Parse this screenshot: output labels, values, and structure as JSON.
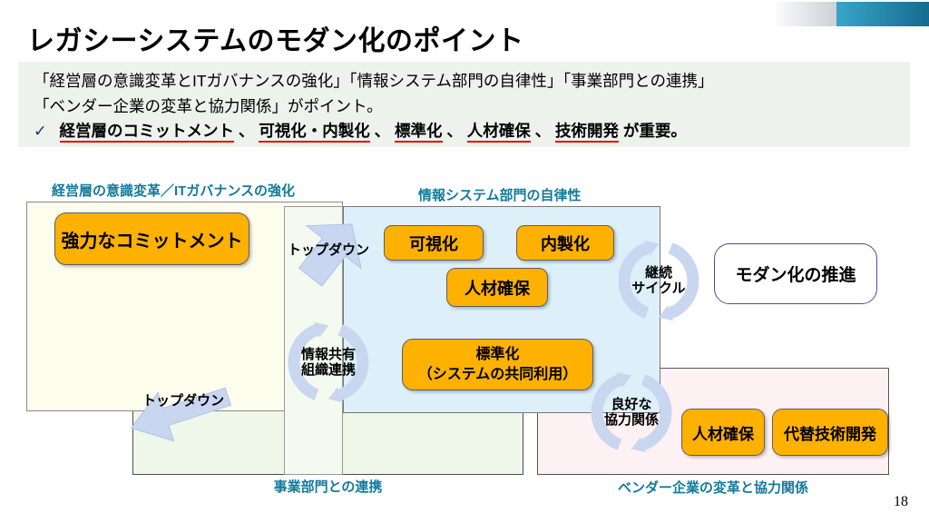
{
  "page_number": "18",
  "header": {
    "title": "レガシーシステムのモダン化のポイント",
    "summary_line1": "「経営層の意識変革とITガバナンスの強化」「情報システム部門の自律性」「事業部門との連携」",
    "summary_line2": "「ベンダー企業の変革と協力関係」がポイント。",
    "check_mark": "✓",
    "check_segments": [
      {
        "text": "経営層のコミットメント",
        "emphasis": true
      },
      {
        "text": "、",
        "emphasis": false
      },
      {
        "text": "可視化・内製化",
        "emphasis": true
      },
      {
        "text": "、",
        "emphasis": false
      },
      {
        "text": "標準化",
        "emphasis": true
      },
      {
        "text": "、",
        "emphasis": false
      },
      {
        "text": "人材確保",
        "emphasis": true
      },
      {
        "text": "、",
        "emphasis": false
      },
      {
        "text": "技術開発",
        "emphasis": true
      },
      {
        "text": "が重要。",
        "emphasis": false
      }
    ]
  },
  "diagram": {
    "region_labels": {
      "management": "経営層の意識変革／ITガバナンスの強化",
      "it_dept": "情報システム部門の自律性",
      "business_dept": "事業部門との連携",
      "vendor": "ベンダー企業の変革と協力関係"
    },
    "boxes": {
      "strong_commitment": "強力なコミットメント",
      "visualization": "可視化",
      "insourcing": "内製化",
      "talent_it": "人材確保",
      "standardization_line1": "標準化",
      "standardization_line2": "（システムの共同利用）",
      "talent_vendor": "人材確保",
      "alternative_tech": "代替技術開発",
      "modernization": "モダン化の推進"
    },
    "arrow_labels": {
      "top_down_1": "トップダウン",
      "top_down_2": "トップダウン"
    },
    "cycle_labels": {
      "info_sharing": {
        "line1": "情報共有",
        "line2": "組織連携"
      },
      "continuous": {
        "line1": "継続",
        "line2": "サイクル"
      },
      "good_partnership": {
        "line1": "良好な",
        "line2": "協力関係"
      }
    },
    "colors": {
      "orange_box": "#FFB100",
      "teal_label": "#147A9D",
      "periwinkle_arrow": "#C9D6F0",
      "underline_red": "#E60000",
      "check_navy": "#1F3864",
      "band_background": "#EDF2ED",
      "blue_region": "#DDF0FA",
      "cream_region": "#FDFDEE",
      "green_region": "#EFF6EA",
      "pink_region": "#FDF1F4",
      "bar_blue_start": "#38A5CA",
      "bar_blue_end": "#176A90"
    }
  }
}
